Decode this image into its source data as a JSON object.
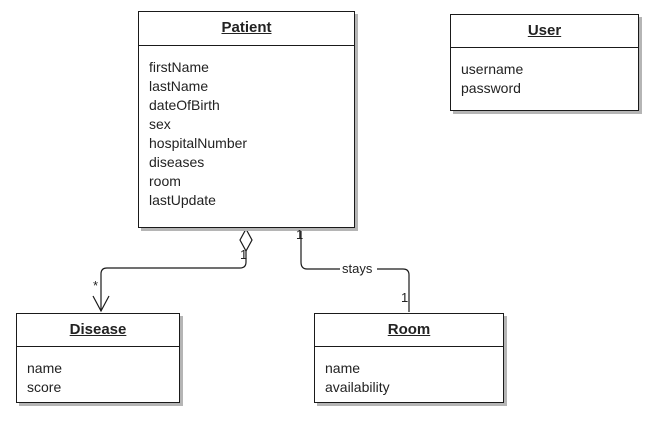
{
  "classes": {
    "patient": {
      "name": "Patient",
      "attributes": [
        "firstName",
        "lastName",
        "dateOfBirth",
        "sex",
        "hospitalNumber",
        "diseases",
        "room",
        "lastUpdate"
      ]
    },
    "user": {
      "name": "User",
      "attributes": [
        "username",
        "password"
      ]
    },
    "disease": {
      "name": "Disease",
      "attributes": [
        "name",
        "score"
      ]
    },
    "room": {
      "name": "Room",
      "attributes": [
        "name",
        "availability"
      ]
    }
  },
  "associations": {
    "patient_disease": {
      "kind": "aggregation",
      "patient_multiplicity": "1",
      "disease_multiplicity": "*"
    },
    "patient_room": {
      "kind": "association",
      "label": "stays",
      "patient_multiplicity": "1",
      "room_multiplicity": "1"
    }
  },
  "colors": {
    "line": "#1a1a1a",
    "shadow": "#b5b5b5",
    "text": "#222222"
  }
}
